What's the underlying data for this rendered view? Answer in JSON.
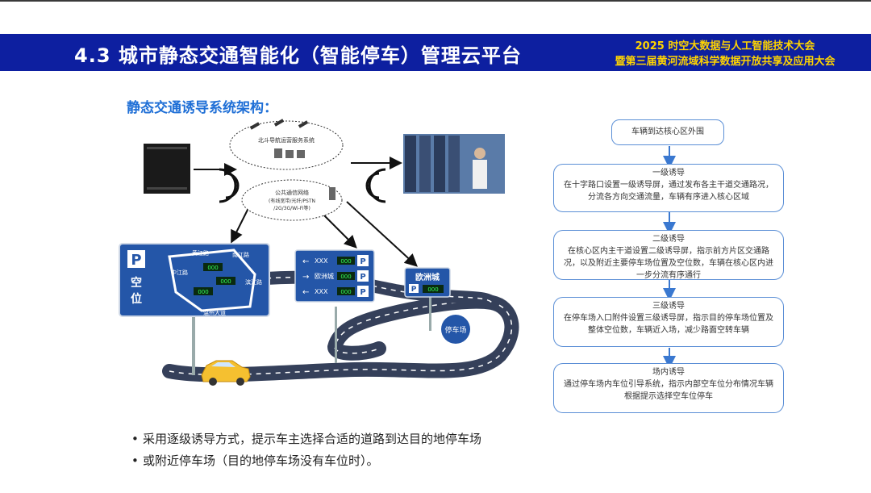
{
  "header": {
    "title": "4.3 城市静态交通智能化（智能停车）管理云平台",
    "conference_line1": "2025 时空大数据与人工智能技术大会",
    "conference_line2": "暨第三届黄河流域科学数据开放共享及应用大会"
  },
  "section_title": "静态交通诱导系统架构：",
  "diagram": {
    "satellite_label": "北斗导航运营服务系统",
    "network_label_1": "公共通信网络",
    "network_label_2": "(有线宽带/光纤/PSTN",
    "network_label_3": "/2G/3G/Wi-Fi等)",
    "big_sign_letter": "P",
    "big_sign_text_1": "空",
    "big_sign_text_2": "位",
    "big_sign_roads": [
      "黄江路",
      "南江路",
      "中江路",
      "滨江路",
      "温州大道"
    ],
    "big_sign_nums": [
      "000",
      "000",
      "000"
    ],
    "mid_sign_rows": [
      {
        "arrow": "←",
        "name": "XXX",
        "count": "000",
        "p": "P"
      },
      {
        "arrow": "→",
        "name": "欧洲城",
        "count": "000",
        "p": "P"
      },
      {
        "arrow": "←",
        "name": "XXX",
        "count": "000",
        "p": "P"
      }
    ],
    "small_sign_name": "欧洲城",
    "small_sign_count": "000",
    "small_sign_p": "P",
    "parking_lot_label": "停车场"
  },
  "flow": {
    "start": "车辆到达核心区外围",
    "steps": [
      {
        "head": "一级诱导",
        "body": "在十字路口设置一级诱导屏，通过发布各主干道交通路况，分流各方向交通流量，车辆有序进入核心区域"
      },
      {
        "head": "二级诱导",
        "body": "在核心区内主干道设置二级诱导屏，指示前方片区交通路况，以及附近主要停车场位置及空位数，车辆在核心区内进一步分流有序通行"
      },
      {
        "head": "三级诱导",
        "body": "在停车场入口附件设置三级诱导屏，指示目的停车场位置及整体空位数，车辆近入场，减少路面空转车辆"
      },
      {
        "head": "场内诱导",
        "body": "通过停车场内车位引导系统，指示内部空车位分布情况车辆根据提示选择空车位停车"
      }
    ]
  },
  "bullets": [
    "采用逐级诱导方式，提示车主选择合适的道路到达目的地停车场",
    "或附近停车场（目的地停车场没有车位时）。"
  ],
  "colors": {
    "banner": "#0d1fa0",
    "conference_text": "#ffd400",
    "section_title": "#1f6fd6",
    "sign_blue": "#2456a8",
    "flow_border": "#5b8fd6",
    "road": "#35405a"
  }
}
